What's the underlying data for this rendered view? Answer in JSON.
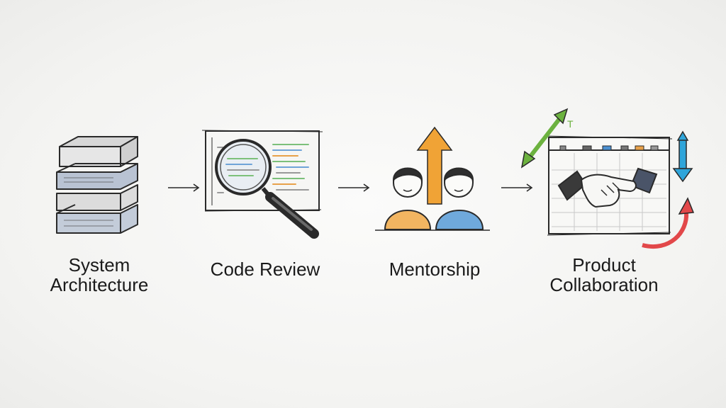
{
  "stages": [
    {
      "id": "system-architecture",
      "label_lines": [
        "System",
        "Architecture"
      ],
      "icon": "server-stack-icon"
    },
    {
      "id": "code-review",
      "label_lines": [
        "Code Review"
      ],
      "icon": "magnifying-glass-code-icon"
    },
    {
      "id": "mentorship",
      "label_lines": [
        "Mentorship"
      ],
      "icon": "mentor-people-arrow-icon"
    },
    {
      "id": "product-collaboration",
      "label_lines": [
        "Product",
        "Collaboration"
      ],
      "icon": "handshake-window-icon"
    }
  ],
  "colors": {
    "sketch_stroke": "#2a2a2a",
    "stack_fill": "#b9c3d3",
    "arrow_orange": "#f0a336",
    "person_orange": "#f2b561",
    "person_blue": "#6fa9dc",
    "arrow_green": "#6cb23f",
    "arrow_blue": "#2fa5da",
    "arrow_red": "#e2484a",
    "code_green": "#7cc07a",
    "code_blue": "#6fa3d8",
    "code_orange": "#e8a14a"
  }
}
